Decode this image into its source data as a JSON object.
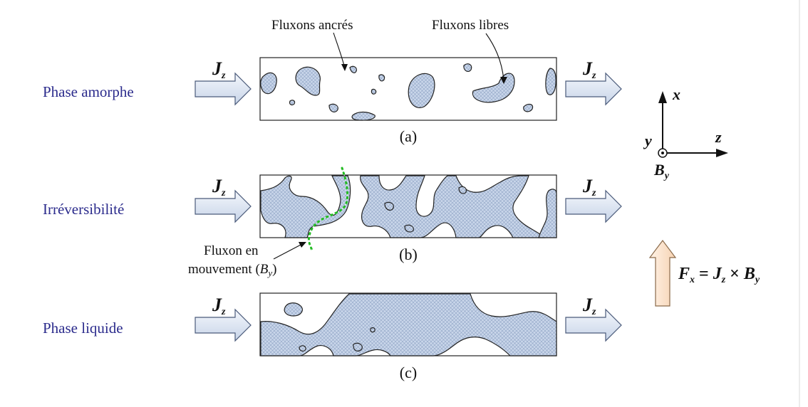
{
  "labels": {
    "phase_amorphous": "Phase amorphe",
    "phase_irreversibility": "Irréversibilité",
    "phase_liquid": "Phase liquide",
    "caption_a": "(a)",
    "caption_b": "(b)",
    "caption_c": "(c)",
    "pinned_fluxons": "Fluxons ancrés",
    "free_fluxons": "Fluxons libres",
    "moving_fluxon_line1": "Fluxon en",
    "moving_fluxon_line2": "mouvement (",
    "moving_fluxon_var": "B",
    "moving_fluxon_sub": "y",
    "moving_fluxon_close": ")"
  },
  "current": {
    "symbol": "J",
    "subscript": "z"
  },
  "axes": {
    "x": "x",
    "y": "y",
    "z": "z",
    "field_symbol": "B",
    "field_subscript": "y"
  },
  "force": {
    "lhs": "F",
    "lhs_sub": "x",
    "eq": " = ",
    "j": "J",
    "j_sub": "z",
    "times": " × ",
    "b": "B",
    "b_sub": "y"
  },
  "colors": {
    "phase_label": "#2b2b8c",
    "hatch_fill": "#c9d6ea",
    "current_arrow": "#d6e1f0",
    "force_arrow": "#fde3cc",
    "moving_fluxon": "#22bb22"
  }
}
